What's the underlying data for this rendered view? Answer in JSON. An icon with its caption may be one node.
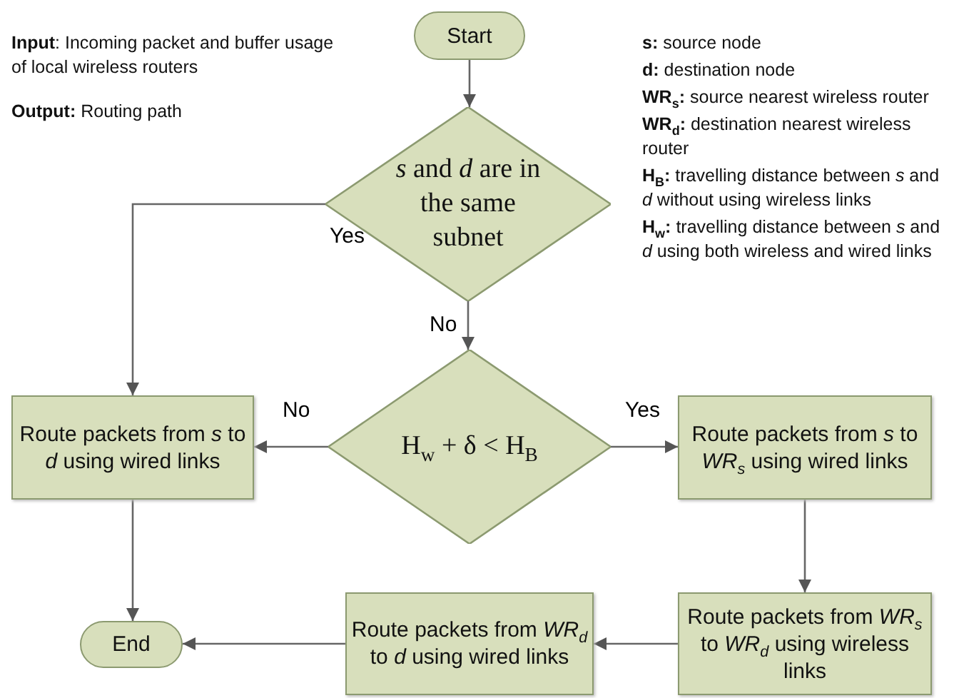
{
  "diagram": {
    "nodes": [
      {
        "text": [
          "Start"
        ]
      },
      {
        "text": [
          "*s* and *d* are in the same subnet"
        ]
      },
      {
        "text": [
          "H$_{w}$ + δ < H$_{B}$"
        ]
      },
      {
        "text": [
          "Route packets from *s* to *d* using wired links"
        ]
      },
      {
        "text": [
          "Route packets from *s* to *WR$_{s}$* using wired links"
        ]
      },
      {
        "text": [
          "End"
        ]
      },
      {
        "text": [
          "Route packets from *WR$_{d}$* to *d* using wired links"
        ]
      },
      {
        "text": [
          "Route packets from *WR$_{s}$* to *WR$_{d}$* using wireless links"
        ]
      }
    ],
    "edges": [
      {
        "from": 0,
        "to": 1,
        "arrow": "to"
      },
      {
        "from": 1,
        "to": 3,
        "arrow": "to",
        "label": "Yes"
      },
      {
        "from": 1,
        "to": 2,
        "arrow": "to",
        "label": "No"
      },
      {
        "from": 2,
        "to": 3,
        "arrow": "to",
        "label": "No"
      },
      {
        "from": 2,
        "to": 4,
        "arrow": "to",
        "label": "Yes"
      },
      {
        "from": 3,
        "to": 5,
        "arrow": "to"
      },
      {
        "from": 4,
        "to": 7,
        "arrow": "to"
      },
      {
        "from": 7,
        "to": 6,
        "arrow": "to"
      },
      {
        "from": 6,
        "to": 5,
        "arrow": "to"
      }
    ],
    "labels": [
      "**Input**: Incoming packet and buffer usage of local wireless routers",
      "**Output:** Routing path",
      "**s:** source node",
      "**d:** destination node",
      "**WR$_{s}$:** source nearest wireless router",
      "**WR$_{d}$:** destination nearest wireless router",
      "**H$_{B}$:** travelling distance between *s* and *d* without using wireless links",
      "**H$_{w}$:** travelling distance between *s* and *d* using both wireless and wired links"
    ]
  }
}
